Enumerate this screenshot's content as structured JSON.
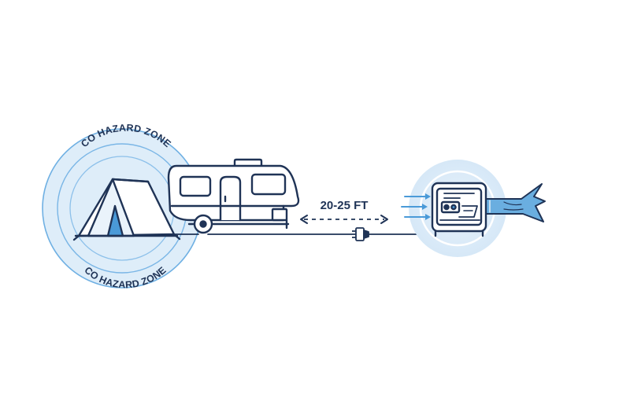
{
  "zone": {
    "label_top": "CO HAZARD ZONE",
    "label_bottom": "CO HAZARD ZONE"
  },
  "distance": {
    "label": "20-25 FT"
  },
  "icons": {
    "tent": "tent-icon",
    "rv": "rv-trailer-icon",
    "plug": "power-plug-icon",
    "generator": "generator-icon",
    "exhaust": "exhaust-plume-icon"
  },
  "colors": {
    "outline": "#1f3356",
    "accent": "#4a9ad8",
    "zone_fill": "#dcecf9",
    "ring": "#6fb0e3",
    "exhaust_fill": "#6aaee0"
  }
}
